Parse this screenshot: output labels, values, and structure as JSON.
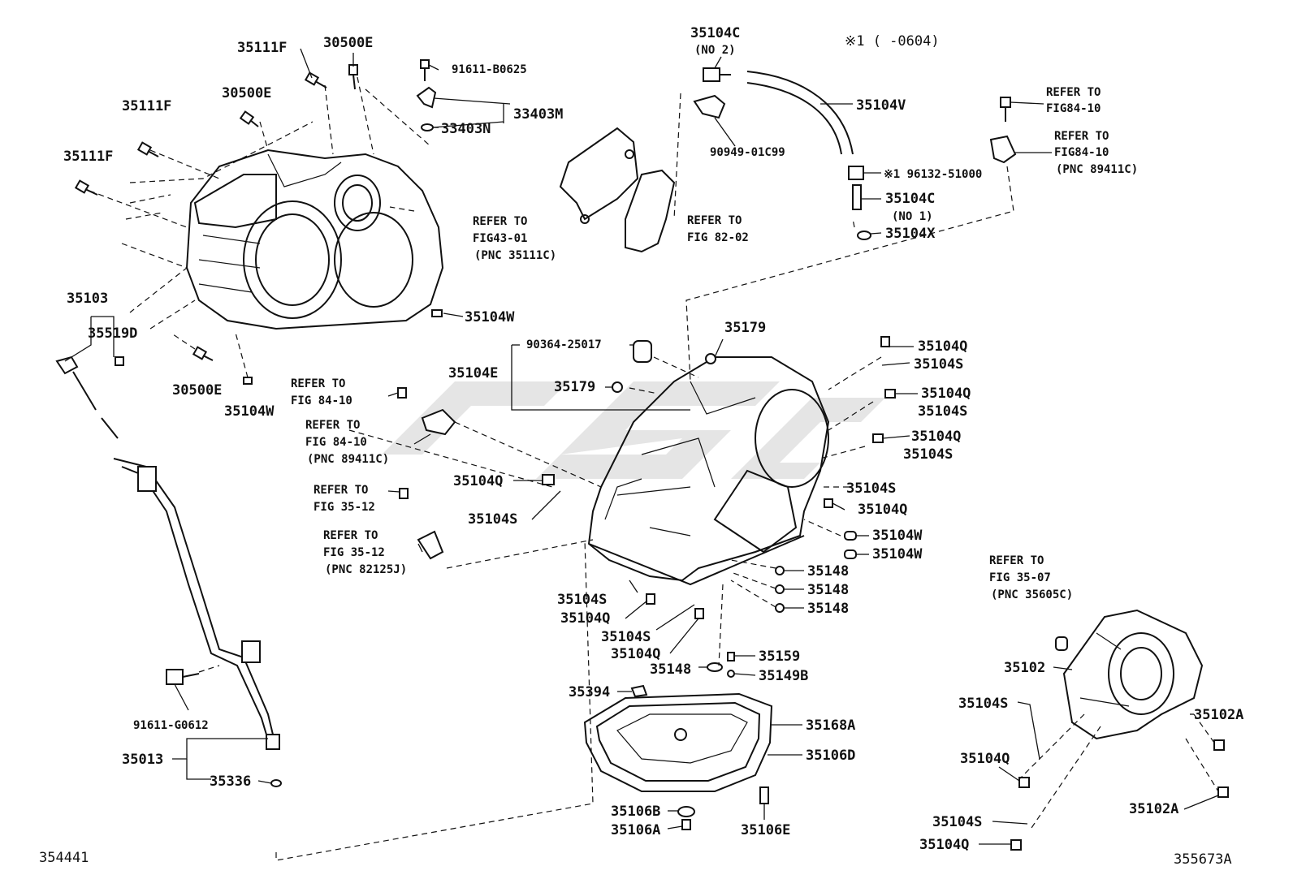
{
  "diagram": {
    "top_note": "※1    (    -0604)",
    "bottom_left_code": "354441",
    "bottom_right_code": "355673A",
    "labels": [
      {
        "id": "l35104C_2a",
        "text": "35104C"
      },
      {
        "id": "l35104C_2b",
        "text": "(NO 2)"
      },
      {
        "id": "l35111F_a",
        "text": "35111F"
      },
      {
        "id": "l30500E_a",
        "text": "30500E"
      },
      {
        "id": "l91611B",
        "text": "91611-B0625"
      },
      {
        "id": "l33403M",
        "text": "33403M"
      },
      {
        "id": "l33403N",
        "text": "33403N"
      },
      {
        "id": "l30500E_b",
        "text": "30500E"
      },
      {
        "id": "l35111F_b",
        "text": "35111F"
      },
      {
        "id": "l35111F_c",
        "text": "35111F"
      },
      {
        "id": "l35104V",
        "text": "35104V"
      },
      {
        "id": "l90949",
        "text": "90949-01C99"
      },
      {
        "id": "l96132",
        "text": "※1 96132-51000"
      },
      {
        "id": "l35104C_1a",
        "text": "35104C"
      },
      {
        "id": "l35104C_1b",
        "text": "(NO 1)"
      },
      {
        "id": "l35104X",
        "text": "35104X"
      },
      {
        "id": "l35103",
        "text": "35103"
      },
      {
        "id": "l35519D",
        "text": "35519D"
      },
      {
        "id": "l35104W_a",
        "text": "35104W"
      },
      {
        "id": "l30500E_c",
        "text": "30500E"
      },
      {
        "id": "l35104W_b",
        "text": "35104W"
      },
      {
        "id": "l35179_a",
        "text": "35179"
      },
      {
        "id": "l90364",
        "text": "90364-25017"
      },
      {
        "id": "l35104E",
        "text": "35104E"
      },
      {
        "id": "l35179_b",
        "text": "35179"
      },
      {
        "id": "l35104Q_a",
        "text": "35104Q"
      },
      {
        "id": "l35104S_a",
        "text": "35104S"
      },
      {
        "id": "l35104Q_b",
        "text": "35104Q"
      },
      {
        "id": "l35104S_b",
        "text": "35104S"
      },
      {
        "id": "l35104Q_c",
        "text": "35104Q"
      },
      {
        "id": "l35104S_c",
        "text": "35104S"
      },
      {
        "id": "l35104Q_d",
        "text": "35104Q"
      },
      {
        "id": "l35104S_d",
        "text": "35104S"
      },
      {
        "id": "l35104S_e",
        "text": "35104S"
      },
      {
        "id": "l35104Q_e",
        "text": "35104Q"
      },
      {
        "id": "l35104W_c",
        "text": "35104W"
      },
      {
        "id": "l35104W_d",
        "text": "35104W"
      },
      {
        "id": "l35148_a",
        "text": "35148"
      },
      {
        "id": "l35148_b",
        "text": "35148"
      },
      {
        "id": "l35148_c",
        "text": "35148"
      },
      {
        "id": "l35104S_f",
        "text": "35104S"
      },
      {
        "id": "l35104Q_f",
        "text": "35104Q"
      },
      {
        "id": "l35104S_g",
        "text": "35104S"
      },
      {
        "id": "l35104Q_g",
        "text": "35104Q"
      },
      {
        "id": "l35159",
        "text": "35159"
      },
      {
        "id": "l35148_d",
        "text": "35148"
      },
      {
        "id": "l35149B",
        "text": "35149B"
      },
      {
        "id": "l35394",
        "text": "35394"
      },
      {
        "id": "l35168A",
        "text": "35168A"
      },
      {
        "id": "l35106D",
        "text": "35106D"
      },
      {
        "id": "l35106B",
        "text": "35106B"
      },
      {
        "id": "l35106A",
        "text": "35106A"
      },
      {
        "id": "l35106E",
        "text": "35106E"
      },
      {
        "id": "l91611G",
        "text": "91611-G0612"
      },
      {
        "id": "l35013",
        "text": "35013"
      },
      {
        "id": "l35336",
        "text": "35336"
      },
      {
        "id": "l35102",
        "text": "35102"
      },
      {
        "id": "l35102A_a",
        "text": "35102A"
      },
      {
        "id": "l35104S_h",
        "text": "35104S"
      },
      {
        "id": "l35104Q_h",
        "text": "35104Q"
      },
      {
        "id": "l35102A_b",
        "text": "35102A"
      },
      {
        "id": "l35104S_i",
        "text": "35104S"
      },
      {
        "id": "l35104Q_i",
        "text": "35104Q"
      }
    ],
    "refs": [
      {
        "id": "r1a",
        "text": "REFER TO"
      },
      {
        "id": "r1b",
        "text": "FIG84-10"
      },
      {
        "id": "r2a",
        "text": "REFER TO"
      },
      {
        "id": "r2b",
        "text": "FIG84-10"
      },
      {
        "id": "r2c",
        "text": "(PNC 89411C)"
      },
      {
        "id": "r3a",
        "text": "REFER TO"
      },
      {
        "id": "r3b",
        "text": "FIG43-01"
      },
      {
        "id": "r3c",
        "text": "(PNC 35111C)"
      },
      {
        "id": "r4a",
        "text": "REFER TO"
      },
      {
        "id": "r4b",
        "text": "FIG 82-02"
      },
      {
        "id": "r5a",
        "text": "REFER TO"
      },
      {
        "id": "r5b",
        "text": "FIG 84-10"
      },
      {
        "id": "r6a",
        "text": "REFER TO"
      },
      {
        "id": "r6b",
        "text": "FIG 84-10"
      },
      {
        "id": "r6c",
        "text": "(PNC 89411C)"
      },
      {
        "id": "r7a",
        "text": "REFER TO"
      },
      {
        "id": "r7b",
        "text": "FIG 35-12"
      },
      {
        "id": "r8a",
        "text": "REFER TO"
      },
      {
        "id": "r8b",
        "text": "FIG 35-12"
      },
      {
        "id": "r8c",
        "text": "(PNC 82125J)"
      },
      {
        "id": "r9a",
        "text": "REFER TO"
      },
      {
        "id": "r9b",
        "text": "FIG 35-07"
      },
      {
        "id": "r9c",
        "text": "(PNC 35605C)"
      }
    ]
  }
}
